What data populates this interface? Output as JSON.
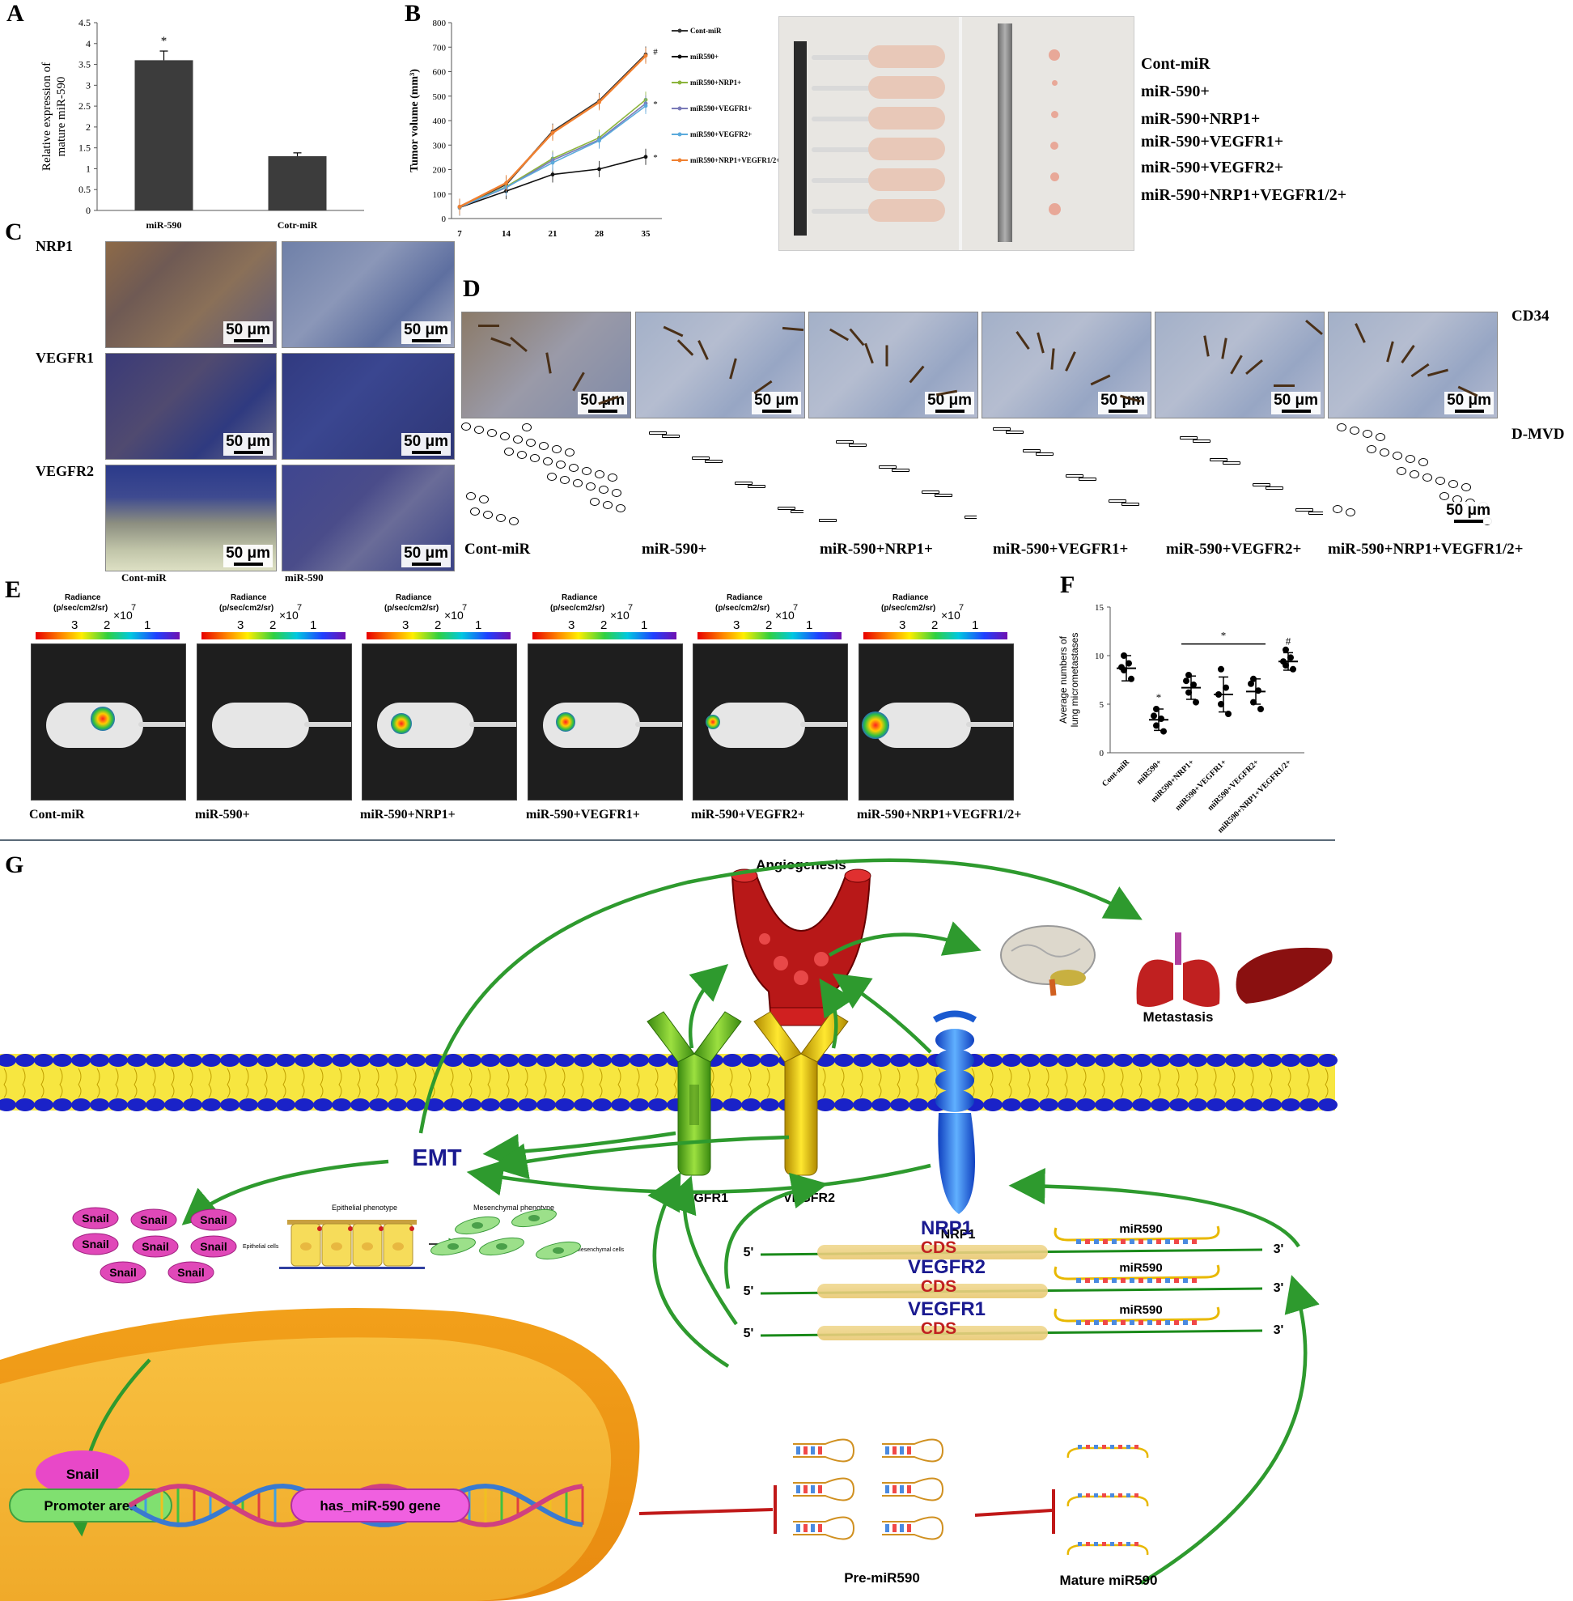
{
  "panels": {
    "A": "A",
    "B": "B",
    "C": "C",
    "D": "D",
    "E": "E",
    "F": "F",
    "G": "G"
  },
  "chart_data": [
    {
      "id": "A",
      "type": "bar",
      "ylabel_line1": "Relative expression of",
      "ylabel_line2": "mature miR-590",
      "categories": [
        "miR-590",
        "Cotr-miR"
      ],
      "values": [
        3.6,
        1.3
      ],
      "errors": [
        0.22,
        0.08
      ],
      "annotations": [
        "*",
        ""
      ],
      "ylim": [
        0,
        4.5
      ],
      "yticks": [
        "0",
        "0.5",
        "1",
        "1.5",
        "2",
        "2.5",
        "3",
        "3.5",
        "4",
        "4.5"
      ],
      "bar_color": "#3c3c3c"
    },
    {
      "id": "B",
      "type": "line",
      "ylabel": "Tumor volume (mm³)",
      "x": [
        7,
        14,
        21,
        28,
        35
      ],
      "xticks": [
        "7",
        "14",
        "21",
        "28",
        "35"
      ],
      "ylim": [
        0,
        800
      ],
      "yticks": [
        "0",
        "100",
        "200",
        "300",
        "400",
        "500",
        "600",
        "700",
        "800"
      ],
      "series": [
        {
          "name": "Cont-miR",
          "color": "#333333",
          "values": [
            48,
            140,
            355,
            480,
            670
          ],
          "end_mark": "#"
        },
        {
          "name": "miR590+",
          "color": "#111111",
          "values": [
            45,
            112,
            180,
            202,
            252
          ],
          "end_mark": "*"
        },
        {
          "name": "miR590+NRP1+",
          "color": "#8cb43c",
          "values": [
            46,
            130,
            245,
            330,
            485
          ],
          "end_mark": ""
        },
        {
          "name": "miR590+VEGFR1+",
          "color": "#7a7ab8",
          "values": [
            46,
            126,
            238,
            322,
            470
          ],
          "end_mark": "*"
        },
        {
          "name": "miR590+VEGFR2+",
          "color": "#5aaadc",
          "values": [
            46,
            128,
            228,
            318,
            460
          ],
          "end_mark": ""
        },
        {
          "name": "miR590+NRP1+VEGFR1/2+",
          "color": "#f08030",
          "values": [
            48,
            145,
            350,
            475,
            665
          ],
          "end_mark": ""
        }
      ]
    },
    {
      "id": "F",
      "type": "scatter",
      "ylabel_line1": "Average numbers of",
      "ylabel_line2": "lung micrometastases",
      "categories": [
        "Cont-miR",
        "miR590+",
        "miR590+NRP1+",
        "miR590+VEGFR1+",
        "miR590+VEGFR2+",
        "miR590+NRP1+VEGFR1/2+"
      ],
      "means": [
        8.7,
        3.4,
        6.7,
        6.0,
        6.3,
        9.4
      ],
      "sds": [
        1.3,
        1.1,
        1.2,
        1.8,
        1.3,
        0.9
      ],
      "points": [
        [
          10,
          9.2,
          8.5,
          7.6,
          8.8
        ],
        [
          4.5,
          3.5,
          2.8,
          2.2,
          3.8
        ],
        [
          8.0,
          7.0,
          6.2,
          5.2,
          7.4
        ],
        [
          8.6,
          6.7,
          5.0,
          4.0,
          6.0
        ],
        [
          7.6,
          6.4,
          5.2,
          4.5,
          7.1
        ],
        [
          10.6,
          9.8,
          9.0,
          8.6,
          9.4
        ]
      ],
      "annotations": [
        "",
        "*",
        "",
        "",
        "",
        "#"
      ],
      "bracket_mark": "*",
      "ylim": [
        0,
        15
      ],
      "yticks": [
        "0",
        "5",
        "10",
        "15"
      ]
    }
  ],
  "panel_b_photo": {
    "labels": [
      "Cont-miR",
      "miR-590+",
      "miR-590+NRP1+",
      "miR-590+VEGFR1+",
      "miR-590+VEGFR2+",
      "miR-590+NRP1+VEGFR1/2+"
    ]
  },
  "panel_c": {
    "row_labels": [
      "NRP1",
      "VEGFR1",
      "VEGFR2"
    ],
    "col_labels": [
      "Cont-miR",
      "miR-590"
    ],
    "scale": "50 μm"
  },
  "panel_d": {
    "row_labels": [
      "CD34",
      "D-MVD"
    ],
    "col_labels": [
      "Cont-miR",
      "miR-590+",
      "miR-590+NRP1+",
      "miR-590+VEGFR1+",
      "miR-590+VEGFR2+",
      "miR-590+NRP1+VEGFR1/2+"
    ],
    "scale": "50 μm"
  },
  "panel_e": {
    "radiance_title": "Radiance",
    "radiance_unit": "(p/sec/cm2/sr)",
    "scale_ticks": [
      "3",
      "2",
      "1"
    ],
    "exponent": "×10",
    "exponent_power": "7",
    "labels": [
      "Cont-miR",
      "miR-590+",
      "miR-590+NRP1+",
      "miR-590+VEGFR1+",
      "miR-590+VEGFR2+",
      "miR-590+NRP1+VEGFR1/2+"
    ]
  },
  "panel_g": {
    "angiogenesis": "Angiogenesis",
    "metastasis": "Metastasis",
    "emt": "EMT",
    "vegfr1": "VEGFR1",
    "vegfr2": "VEGFR2",
    "nrp1": "NRP1",
    "snail": "Snail",
    "epithelial_phenotype": "Epithelial phenotype",
    "epithelial_cells": "Epithelial cells",
    "mesenchymal_phenotype": "Mesenchymal phenotype",
    "mesenchymal_cells": "Mesenchymal cells",
    "mrna": [
      {
        "gene": "NRP1",
        "cds": "CDS",
        "mir": "miR590",
        "five": "5'",
        "three": "3'"
      },
      {
        "gene": "VEGFR2",
        "cds": "CDS",
        "mir": "miR590",
        "five": "5'",
        "three": "3'"
      },
      {
        "gene": "VEGFR1",
        "cds": "CDS",
        "mir": "miR590",
        "five": "5'",
        "three": "3'"
      }
    ],
    "promoter": "Promoter area",
    "gene": "has_miR-590 gene",
    "pre_mir": "Pre-miR590",
    "mature_mir": "Mature miR590"
  }
}
